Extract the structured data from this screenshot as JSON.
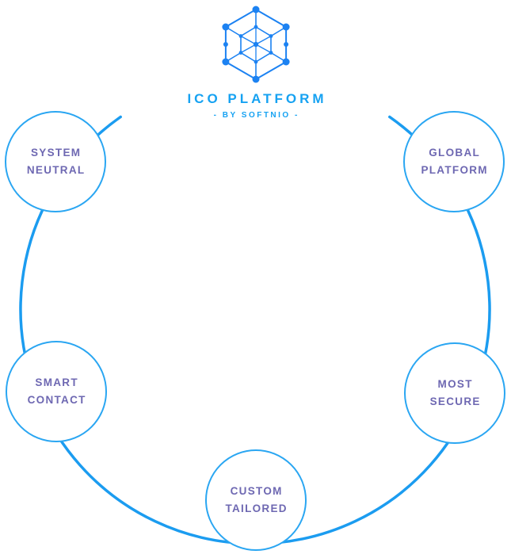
{
  "brand": {
    "icon": "blockchain-cube-icon",
    "title": "ICO PLATFORM",
    "subtitle": "- BY SOFTNIO -"
  },
  "diagram": {
    "type": "circular-feature-diagram",
    "nodes": [
      {
        "id": "system-neutral",
        "position": "top-left",
        "line1": "SYSTEM",
        "line2": "NEUTRAL"
      },
      {
        "id": "global-platform",
        "position": "top-right",
        "line1": "GLOBAL",
        "line2": "PLATFORM"
      },
      {
        "id": "smart-contact",
        "position": "middle-left",
        "line1": "SMART",
        "line2": "CONTACT"
      },
      {
        "id": "most-secure",
        "position": "middle-right",
        "line1": "MOST",
        "line2": "SECURE"
      },
      {
        "id": "custom-tailored",
        "position": "bottom-center",
        "line1": "CUSTOM",
        "line2": "TAILORED"
      }
    ]
  },
  "colors": {
    "accent_blue": "#1B9CF0",
    "circle_stroke": "#2AA6F2",
    "icon_blue": "#1C82F2",
    "title_blue": "#16A2F2",
    "label_purple": "#6E68B2",
    "background": "#FFFFFF"
  }
}
